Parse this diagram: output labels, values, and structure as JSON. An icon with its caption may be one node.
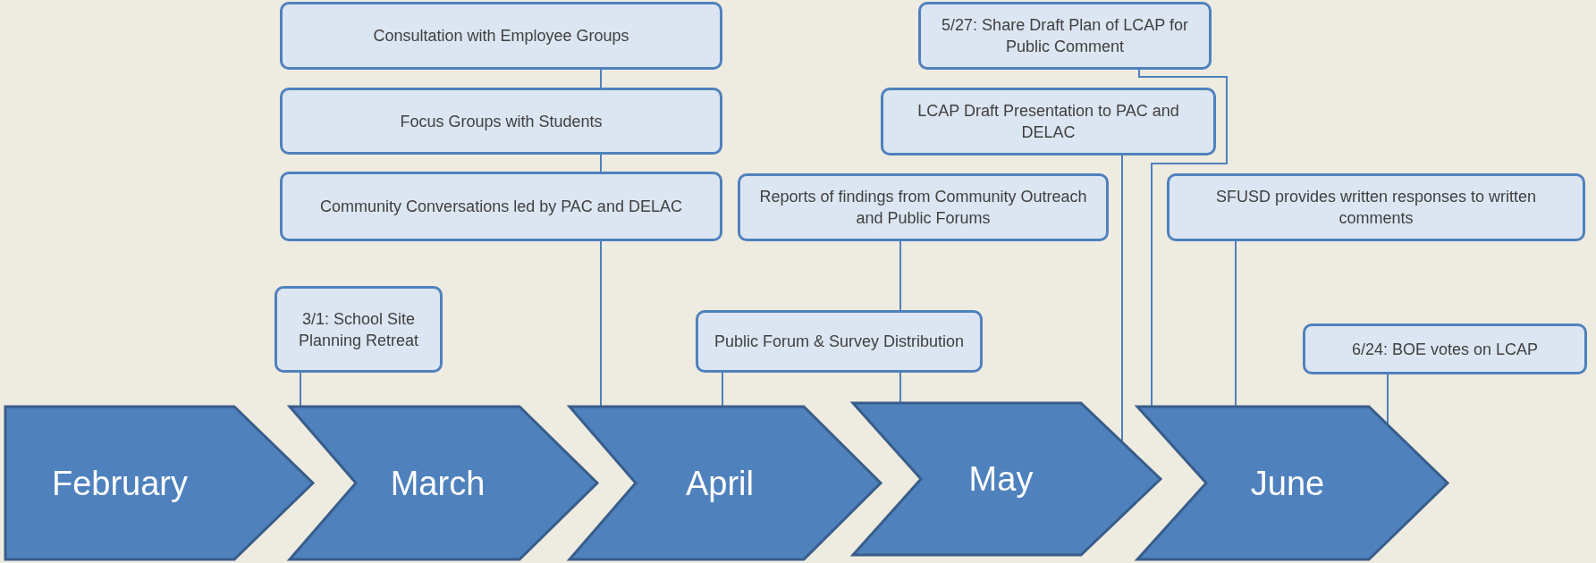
{
  "diagram": {
    "nodes": [
      {
        "text": [
          "Consultation with Employee Groups"
        ]
      },
      {
        "text": [
          "5/27: Share Draft Plan of LCAP for Public Comment"
        ]
      },
      {
        "text": [
          "Focus Groups with Students"
        ]
      },
      {
        "text": [
          "LCAP Draft Presentation to PAC and DELAC"
        ]
      },
      {
        "text": [
          "Community Conversations led by PAC and DELAC"
        ]
      },
      {
        "text": [
          "Reports of findings from Community Outreach and Public Forums"
        ]
      },
      {
        "text": [
          "SFUSD provides written responses to written comments"
        ]
      },
      {
        "text": [
          "3/1: School Site Planning Retreat"
        ]
      },
      {
        "text": [
          "Public Forum & Survey Distribution"
        ]
      },
      {
        "text": [
          "6/24: BOE votes on LCAP"
        ]
      },
      {
        "text": [
          "February"
        ]
      },
      {
        "text": [
          "March"
        ]
      },
      {
        "text": [
          "April"
        ]
      },
      {
        "text": [
          "May"
        ]
      },
      {
        "text": [
          "June"
        ]
      }
    ],
    "edges": [
      {
        "from": 0,
        "to": 2,
        "arrow": "none"
      },
      {
        "from": 2,
        "to": 4,
        "arrow": "none"
      },
      {
        "from": 4,
        "to": 12,
        "arrow": "none"
      },
      {
        "from": 7,
        "to": 11,
        "arrow": "none"
      },
      {
        "from": 8,
        "to": 12,
        "arrow": "none"
      },
      {
        "from": 5,
        "to": 8,
        "arrow": "none"
      },
      {
        "from": 8,
        "to": 13,
        "arrow": "none"
      },
      {
        "from": 3,
        "to": 13,
        "arrow": "none"
      },
      {
        "from": 1,
        "to": 14,
        "arrow": "none"
      },
      {
        "from": 6,
        "to": 14,
        "arrow": "none"
      },
      {
        "from": 9,
        "to": 14,
        "arrow": "none"
      }
    ]
  }
}
